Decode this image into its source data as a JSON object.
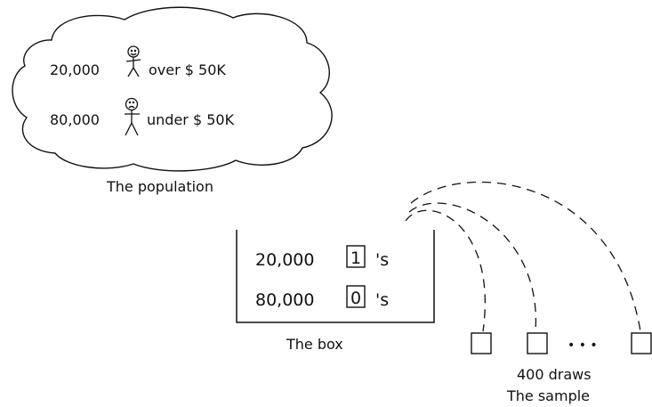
{
  "population": {
    "rows": [
      {
        "count": "20,000",
        "face": "happy",
        "label": "over $ 50K"
      },
      {
        "count": "80,000",
        "face": "sad",
        "label": "under $ 50K"
      }
    ],
    "caption": "The population"
  },
  "box": {
    "rows": [
      {
        "count": "20,000",
        "ticket": "1",
        "suffix": "'s"
      },
      {
        "count": "80,000",
        "ticket": "0",
        "suffix": "'s"
      }
    ],
    "caption": "The box"
  },
  "sample": {
    "ellipsis": "• • •",
    "draws_label": "400 draws",
    "caption": "The sample"
  }
}
